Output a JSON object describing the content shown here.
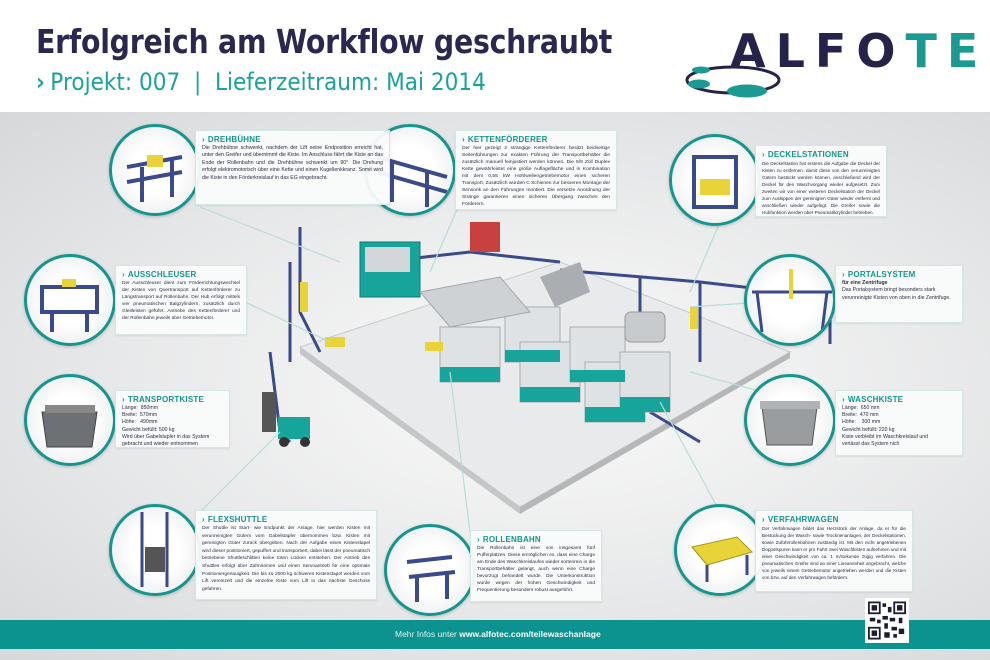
{
  "header": {
    "title": "Erfolgreich am Workflow geschraubt",
    "subtitle_chevron": "›",
    "subtitle": "Projekt: 007  |  Lieferzeitraum: Mai 2014"
  },
  "logo": {
    "part1": "ALFO",
    "part2": "TEC",
    "colors": {
      "dark": "#25234a",
      "teal": "#1a9a91"
    }
  },
  "sections": [
    {
      "id": "drehbuehne",
      "title": "DREHBÜHNE",
      "text": "Die Drehbühne schwenkt, nachdem der Lift seine Endposition erreicht hat, unter den Greifer und übernimmt die Kiste. Im Anschluss fährt die Kiste an das Ende der Rollenbahn und die Drehbühne schwenkt um 90°. Die Drehung erfolgt elektromotorisch über eine Kette und einen Kugellenkkranz. Somit wird die Kiste in den Förderkreislauf in das EG eingebracht."
    },
    {
      "id": "kettenfoerderer",
      "title": "KETTENFÖRDERER",
      "text": "Der hier gezeigt 2 strängige Kettenförderer besitzt beidseitige Seitenführungen zur exakten Führung der Transportbehälter die zusätzlich manuell feinjustiert werden können. Die 5/8 Zoll Duplex Kette gewährleistet eine große Auflagefläche und in Kombination mit dem 0,55 kW Hohlwellengetriebemotor einen sicheren Transport. Zusätzlich wurden C Schienen zur besseren Montage der Sensorik an den Führungen montiert. Die versetze Anordnung der Stränge garantieren einen sicheren Übergang zwischen den Förderern."
    },
    {
      "id": "deckelstationen",
      "title": "DECKELSTATIONEN",
      "text": "Die Deckelstation hat erstens die Aufgabe die Deckel der Kisten zu entfernen, damit diese von den verunreinigten Gütern bestückt werden können, anschließend wird der Deckel für den Waschvorgang wieder aufgesetzt. Zum zweiten wir von einer weiteren Deckelstation der Deckel zum Auskippen der gereinigten Güter wieder entfernt und anschließen wieder aufgelegt. Die Greifer sowie die Hubfunktion werden über Pneumatikzylinder betrieben."
    },
    {
      "id": "ausschleuser",
      "title": "AUSSCHLEUSER",
      "text": "Der Ausschleuser dient zum Förderrichtungswechsel der Kisten von Quertransport auf Kettenförderer zu Längstransport auf Rollenbahn. Der Hub erfolgt mittels vier pneumatischen Balgzylindern, zusätzlich durch Gleitleisten geführt. Antriebe des Kettenförderer und der Rollenbahn jeweils über Getriebemotor."
    },
    {
      "id": "portalsystem",
      "title": "PORTALSYSTEM",
      "subtitle": "für eine Zentrifuge",
      "text": "Das Portalsystem bringt besonders stark verunreinigte Kisten von oben in die Zentrifuge."
    },
    {
      "id": "transportkiste",
      "title": "TRANSPORTKISTE",
      "specs": [
        "Länge:  850mm",
        "Breite:  570mm",
        "Höhe:   490mm",
        "Gewicht befüllt: 500 kg",
        "Wird über Gabelstapler in das System",
        "gebracht und wieder entnommen"
      ]
    },
    {
      "id": "waschkiste",
      "title": "WASCHKISTE",
      "specs": [
        "Länge:  650 mm",
        "Breite:  470 mm",
        "Höhe:    300 mm",
        "Gewicht befüllt: 220 kg",
        "Kiste verbleibt im Waschkreislauf und",
        "verlässt das System nich"
      ]
    },
    {
      "id": "flexshuttle",
      "title": "FLEXSHUTTLE",
      "text": "Der Shuttle ist Start- wie Endpunkt der Anlage, hier werden Kisten mit verunreinigten Gütern vom Gabelstapler übernommen bzw. Kisten mit gereinigten Güter zurück übergeben. Nach der Aufgabe eines Kistenstapel wird dieser positioniert, gepuffert und transportiert, dabei lässt der pneumatisch betriebene Shuttleschlitten keine toten Lücken entstehen. Der Antrieb des Shuttles erfolgt über Zahnriemen und einen Servoantrieb für eine optimale Positioniergenauigkeit. Die bis zu 2000 kg schweren Kistenstapel werden vom Lift vereinzelt und die einzelne Kiste vom Lift in das nächste Geschoss gefahren."
    },
    {
      "id": "rollenbahn",
      "title": "ROLLENBAHN",
      "text": "Die Rollenbahn ist eine von insgesamt fünf Pufferplätzen. Diese ermöglichen es, dass eine Charge am Ende des Waschkreislaufes wieder sortenrein in die Transportbehälter gelangt, auch wenn eine Charge bevorzugt behandelt wurde. Die Unterkonstruktion wurde wegen der hohen Geschwindigkeit und Frequentierung besonders robust ausgeführt."
    },
    {
      "id": "verfahrwagen",
      "title": "VERFAHRWAGEN",
      "text": "Der Verfahrwagen bildet das Herzstück der Anlage, da er für die Bestückung der Wasch- sowie Trocknenanlagen, der Deckelstationen, sowie Zuführrollenbahnen zuständig ist. Mit den nicht angetriebenen Doppelspuren kann er pro Fahrt zwei Waschkisten aufnehmen und mit einer Geschwindigkeit von ca. 1 m/Sekunde zügig verfahren. Die pneumatischen Greifer sind an einer Lineareinheit angebracht, welche von jeweils einem Getriebemotor angetrieben werden und die Kisten von bzw. auf den Verfahrwagen befördern."
    }
  ],
  "footer": {
    "prefix": "Mehr Infos unter ",
    "url": "www.alfotec.com/teilewaschanlage"
  },
  "colors": {
    "teal": "#14958d",
    "navy": "#2a2850",
    "footer": "#0d938f"
  }
}
